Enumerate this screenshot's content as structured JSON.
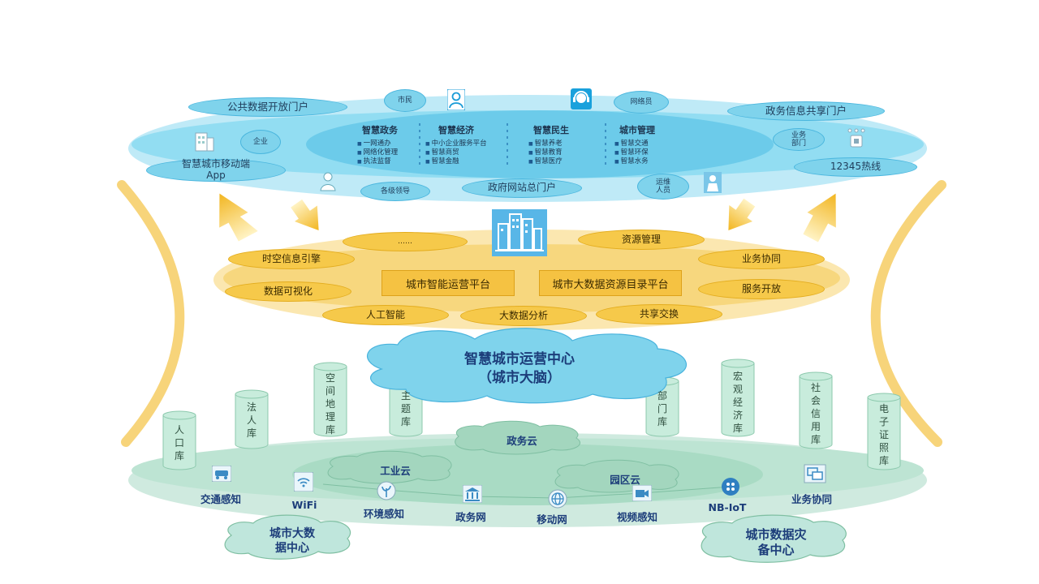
{
  "top_layer": {
    "portals": {
      "public_data": "公共数据开放门户",
      "gov_info": "政务信息共享门户",
      "mobile_app": "智慧城市移动端\nApp",
      "hotline": "12345热线",
      "gov_website": "政府网站总门户"
    },
    "roles": {
      "citizen": "市民",
      "netizen": "网络员",
      "enterprise": "企业",
      "business_dept": "业务\n部门",
      "leaders": "各级领导",
      "ops_staff": "运维\n人员"
    },
    "columns": [
      {
        "title": "智慧政务",
        "items": [
          "一网通办",
          "网络化管理",
          "执法监督"
        ]
      },
      {
        "title": "智慧经济",
        "items": [
          "中小企业服务平台",
          "智慧商贸",
          "智慧金融"
        ]
      },
      {
        "title": "智慧民生",
        "items": [
          "智慧养老",
          "智慧教育",
          "智慧医疗"
        ]
      },
      {
        "title": "城市管理",
        "items": [
          "智慧交通",
          "智慧环保",
          "智慧水务"
        ]
      }
    ]
  },
  "middle_layer": {
    "platforms": [
      "城市智能运营平台",
      "城市大数据资源目录平台"
    ],
    "pills": {
      "ellipsis": "……",
      "resource_mgmt": "资源管理",
      "spatiotemporal": "时空信息引擎",
      "biz_collab": "业务协同",
      "visualization": "数据可视化",
      "service_open": "服务开放",
      "ai": "人工智能",
      "big_data": "大数据分析",
      "exchange": "共享交换"
    }
  },
  "center": {
    "brain_title": "智慧城市运营中心",
    "brain_subtitle": "（城市大脑）"
  },
  "databases": [
    "人口库",
    "法人库",
    "空间地理库",
    "主题库",
    "部门库",
    "宏观经济库",
    "社会信用库",
    "电子证照库"
  ],
  "bottom_layer": {
    "clouds": [
      "政务云",
      "工业云",
      "园区云"
    ],
    "sensing": [
      "交通感知",
      "WiFi",
      "环境感知",
      "政务网",
      "移动网",
      "视频感知",
      "NB-IoT",
      "业务协同"
    ]
  },
  "side_centers": {
    "left": "城市大数\n据中心",
    "right": "城市数据灾\n备中心"
  },
  "colors": {
    "top_blue": "#8fdcf3",
    "mid_gold": "#f7cf5a",
    "bottom_green": "#bfe6d4",
    "label_navy": "#1c3d7a"
  }
}
